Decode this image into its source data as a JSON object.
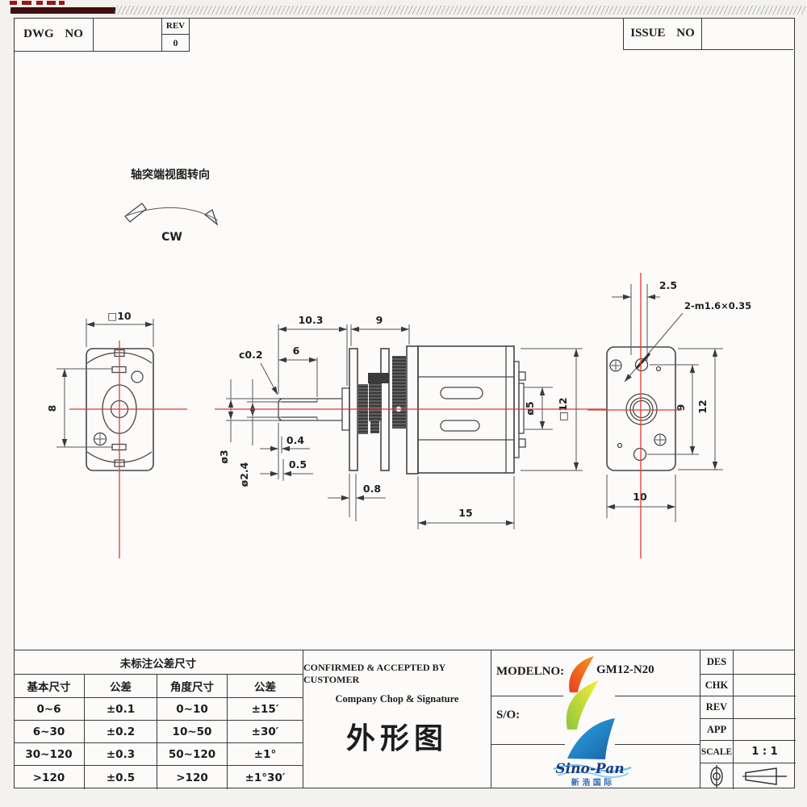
{
  "header": {
    "dwg_no": "DWG NO",
    "rev_label": "REV",
    "rev_value": "0",
    "issue_no": "ISSUE NO"
  },
  "note": {
    "text": "轴突端视图转向",
    "direction": "CW"
  },
  "dims": {
    "front_width": "□10",
    "front_height": "8",
    "shaft_length": "10.3",
    "gearbox_length": "9",
    "flat_length": "6",
    "chamfer": "c0.2",
    "shaft_dia": "ø3",
    "flat_dia": "ø2.4",
    "tip_detail_a": "0.4",
    "tip_detail_b": "0.5",
    "plate_thickness": "0.8",
    "boss_dia": "ø5",
    "body_size": "□12",
    "body_length": "15",
    "hole_offset": "2.5",
    "thread_spec": "2-m1.6×0.35",
    "hole_spacing": "9",
    "rear_height": "12",
    "rear_width": "10"
  },
  "tolerance_table": {
    "title": "未标注公差尺寸",
    "headers": [
      "基本尺寸",
      "公差",
      "角度尺寸",
      "公差"
    ],
    "rows": [
      [
        "0~6",
        "±0.1",
        "0~10",
        "±15′"
      ],
      [
        "6~30",
        "±0.2",
        "10~50",
        "±30′"
      ],
      [
        "30~120",
        "±0.3",
        "50~120",
        "±1°"
      ],
      [
        ">120",
        "±0.5",
        ">120",
        "±1°30′"
      ]
    ]
  },
  "title_block": {
    "confirmed_line1": "CONFIRMED & ACCEPTED BY CUSTOMER",
    "confirmed_line2": "Company Chop & Signature",
    "drawing_title": "外形图",
    "modelno_label": "MODELNO:",
    "modelno_value": "GM12-N20",
    "so_label": "S/O:",
    "sign_rows": [
      "DES",
      "CHK",
      "REV",
      "APP"
    ],
    "scale_label": "SCALE",
    "scale_value": "1 : 1"
  },
  "logo": {
    "name": "Sino-Pan",
    "subtext": "新 浩 国 际"
  },
  "colors": {
    "centerline_red": "#e03a30",
    "line": "#474747",
    "accent_bar": "#3f0f0e",
    "logo_orange": "#f15a24",
    "logo_yellow": "#f9ed32",
    "logo_green": "#8dc63f",
    "logo_blue": "#1b75bb",
    "logo_text": "#173a7e"
  }
}
